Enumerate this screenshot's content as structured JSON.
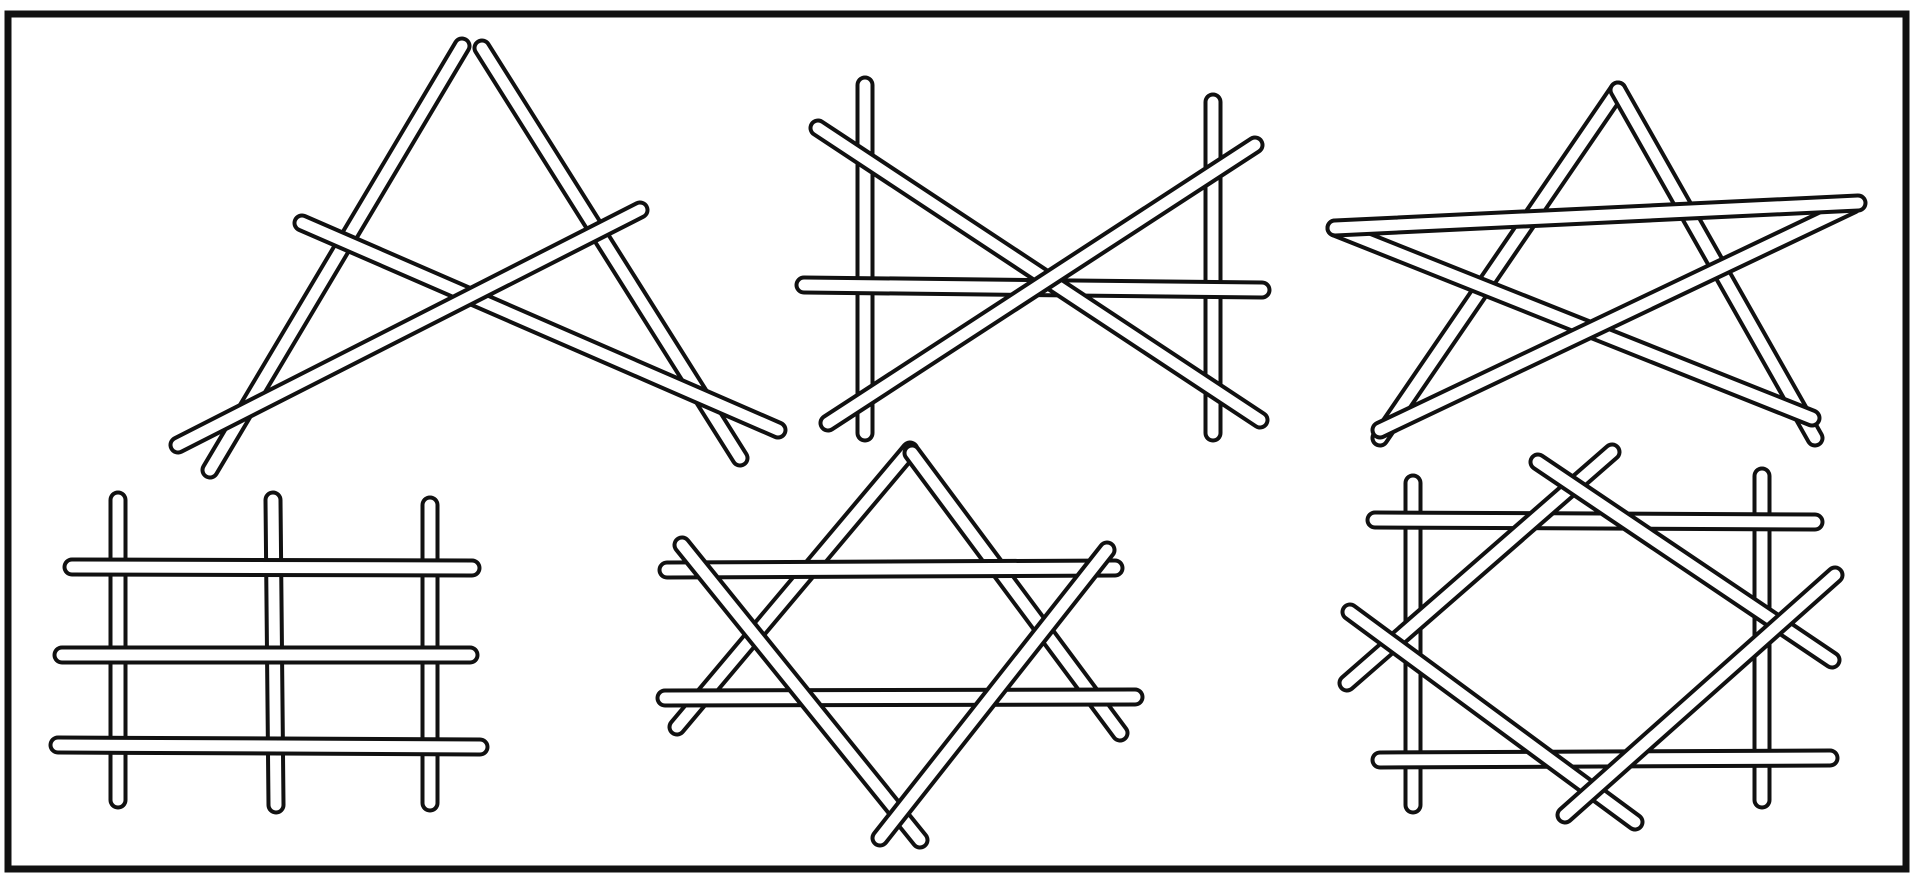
{
  "illustration": {
    "ink_color": "#111111",
    "paper_color": "#ffffff"
  },
  "figures": [
    {
      "name": "stick-triangle-figure"
    },
    {
      "name": "stick-rails-cross-figure"
    },
    {
      "name": "stick-pentagram-figure"
    },
    {
      "name": "stick-grid-figure"
    },
    {
      "name": "stick-hexagram-figure"
    },
    {
      "name": "stick-square-octagon-figure"
    }
  ]
}
